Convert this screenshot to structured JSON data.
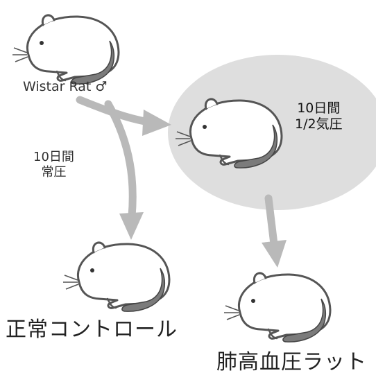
{
  "source_label": "Wistar Rat ♂",
  "normal_condition": {
    "duration": "10日間",
    "pressure": "常圧"
  },
  "hypoxic_condition": {
    "duration": "10日間",
    "pressure": "1/2気圧"
  },
  "result_control": "正常コントロール",
  "result_ph": "肺高血圧ラット",
  "colors": {
    "arrow": "#b9b9b9",
    "chamber": "#dedede",
    "rat_outline": "#555555",
    "text": "#222222"
  }
}
